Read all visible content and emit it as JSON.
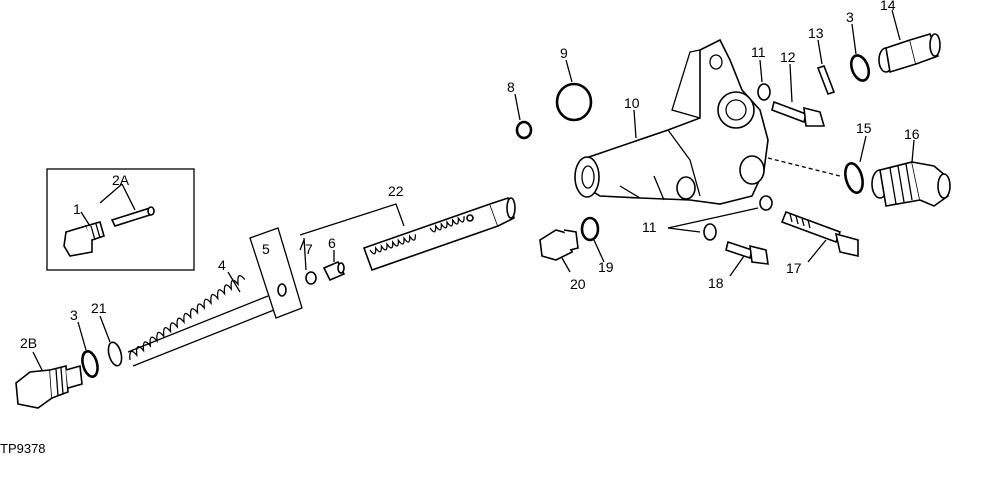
{
  "diagram": {
    "reference_code": "TP9378",
    "callouts": {
      "c1": "1",
      "c2A": "2A",
      "c2B": "2B",
      "c3a": "3",
      "c3b": "3",
      "c4": "4",
      "c5": "5",
      "c6": "6",
      "c7": "7",
      "c8": "8",
      "c9": "9",
      "c10": "10",
      "c11a": "11",
      "c11b": "11",
      "c12": "12",
      "c13": "13",
      "c14": "14",
      "c15": "15",
      "c16": "16",
      "c17": "17",
      "c18": "18",
      "c19": "19",
      "c20": "20",
      "c21": "21",
      "c22": "22"
    }
  }
}
